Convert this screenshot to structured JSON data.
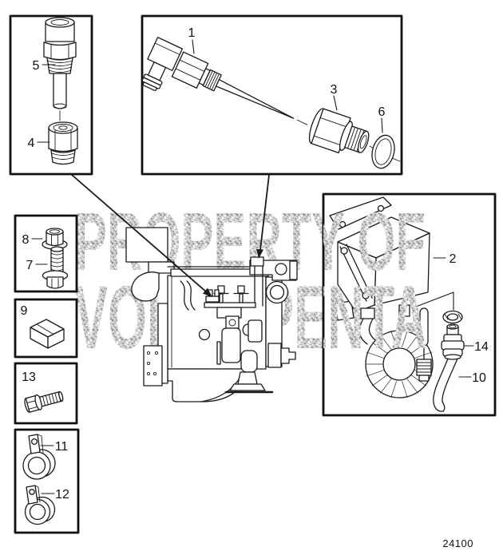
{
  "diagram": {
    "drawing_number": "24100",
    "watermark": {
      "line1": "PROPERTY OF",
      "line2": "VOLVO PENTA"
    },
    "callouts": {
      "1": "1",
      "2": "2",
      "3": "3",
      "4": "4",
      "5": "5",
      "6": "6",
      "7": "7",
      "8": "8",
      "9": "9",
      "10": "10",
      "11": "11",
      "12": "12",
      "13": "13",
      "14": "14"
    },
    "colors": {
      "ink": "#1a1a1a",
      "watermark_gray": "#a6a6a6",
      "background": "#ffffff"
    }
  }
}
